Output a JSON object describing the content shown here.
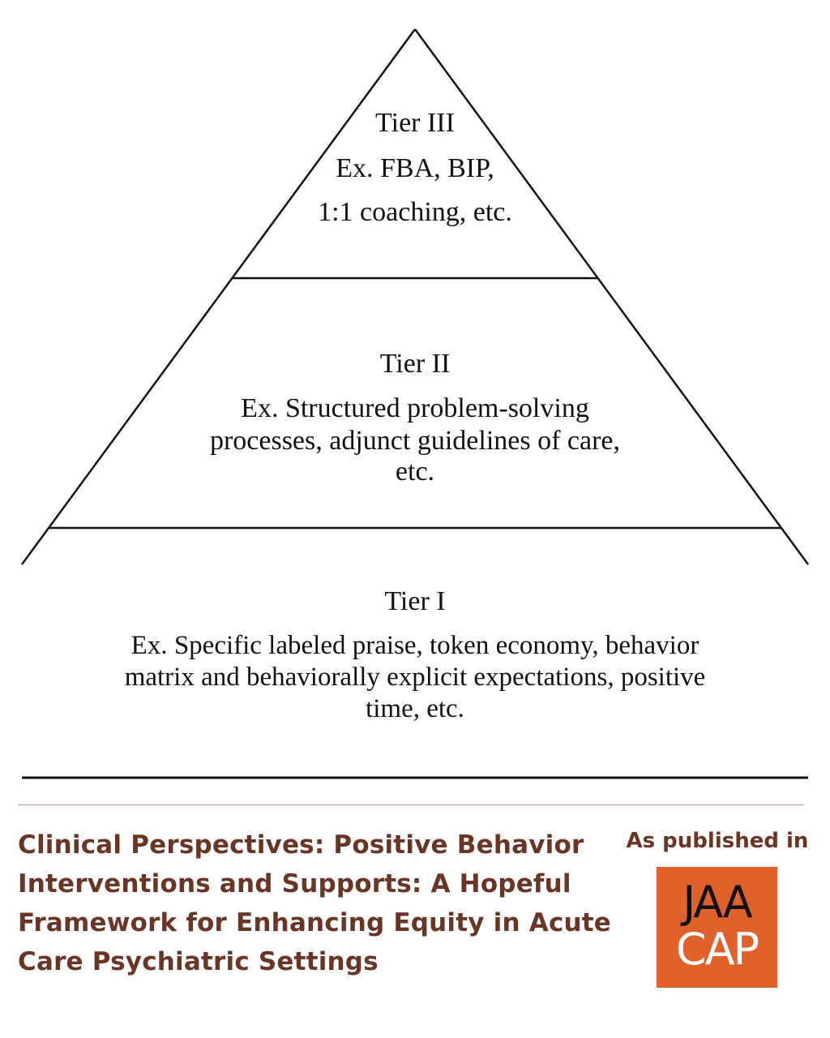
{
  "diagram": {
    "tiers": [
      {
        "id": "tier3",
        "title": "Tier III",
        "lines": [
          "Ex. FBA, BIP,",
          "1:1 coaching, etc."
        ]
      },
      {
        "id": "tier2",
        "title": "Tier II",
        "lines": [
          "Ex. Structured problem-solving",
          "processes, adjunct guidelines of care,",
          "etc."
        ]
      },
      {
        "id": "tier1",
        "title": "Tier I",
        "lines": [
          "Ex. Specific labeled praise, token economy, behavior",
          "matrix and behaviorally explicit expectations, positive",
          "time, etc."
        ]
      }
    ]
  },
  "caption": {
    "title_lines": [
      "Clinical Perspectives: Positive Behavior",
      "Interventions and Supports: A Hopeful",
      "Framework for Enhancing Equity in Acute",
      "Care Psychiatric Settings"
    ],
    "published_label": "As published in",
    "logo_line1": "JAA",
    "logo_line2": "CAP"
  },
  "colors": {
    "caption_text": "#6b3526",
    "logo_background": "#e0622a",
    "line_color": "#111111"
  }
}
